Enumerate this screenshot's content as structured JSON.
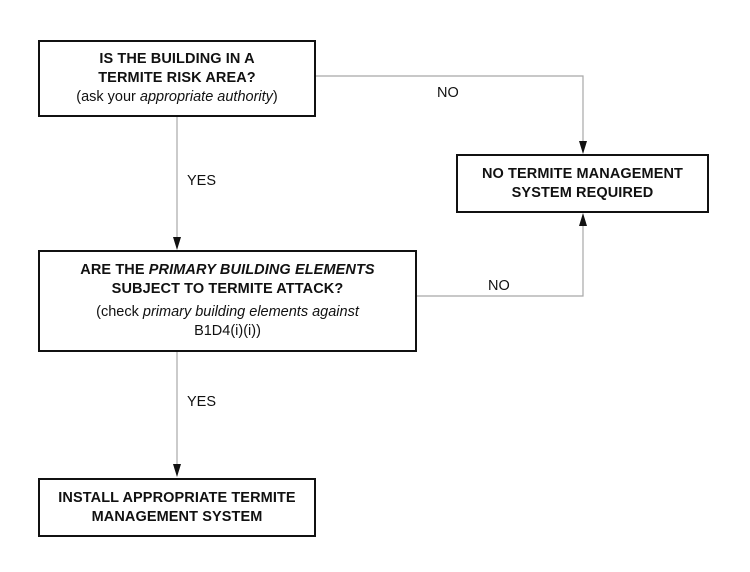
{
  "box1": {
    "line1": "IS THE BUILDING IN A",
    "line2": "TERMITE RISK AREA?",
    "note_pre": "(ask your ",
    "note_em": "appropriate authority",
    "note_post": ")"
  },
  "box2": {
    "line1": "NO TERMITE MANAGEMENT",
    "line2": "SYSTEM REQUIRED"
  },
  "box3": {
    "line1_pre": "ARE THE ",
    "line1_em": "PRIMARY BUILDING ELEMENTS",
    "line2": "SUBJECT TO TERMITE ATTACK?",
    "note_pre": "(check ",
    "note_em": "primary building elements against",
    "note_line2": "B1D4(i)(i))"
  },
  "box4": {
    "line1": "INSTALL APPROPRIATE TERMITE",
    "line2": "MANAGEMENT SYSTEM"
  },
  "labels": {
    "yes1": "YES",
    "no1": "NO",
    "no2": "NO",
    "yes2": "YES"
  },
  "colors": {
    "connector": "#a8a8a8",
    "arrowhead": "#111111",
    "border": "#111111"
  }
}
